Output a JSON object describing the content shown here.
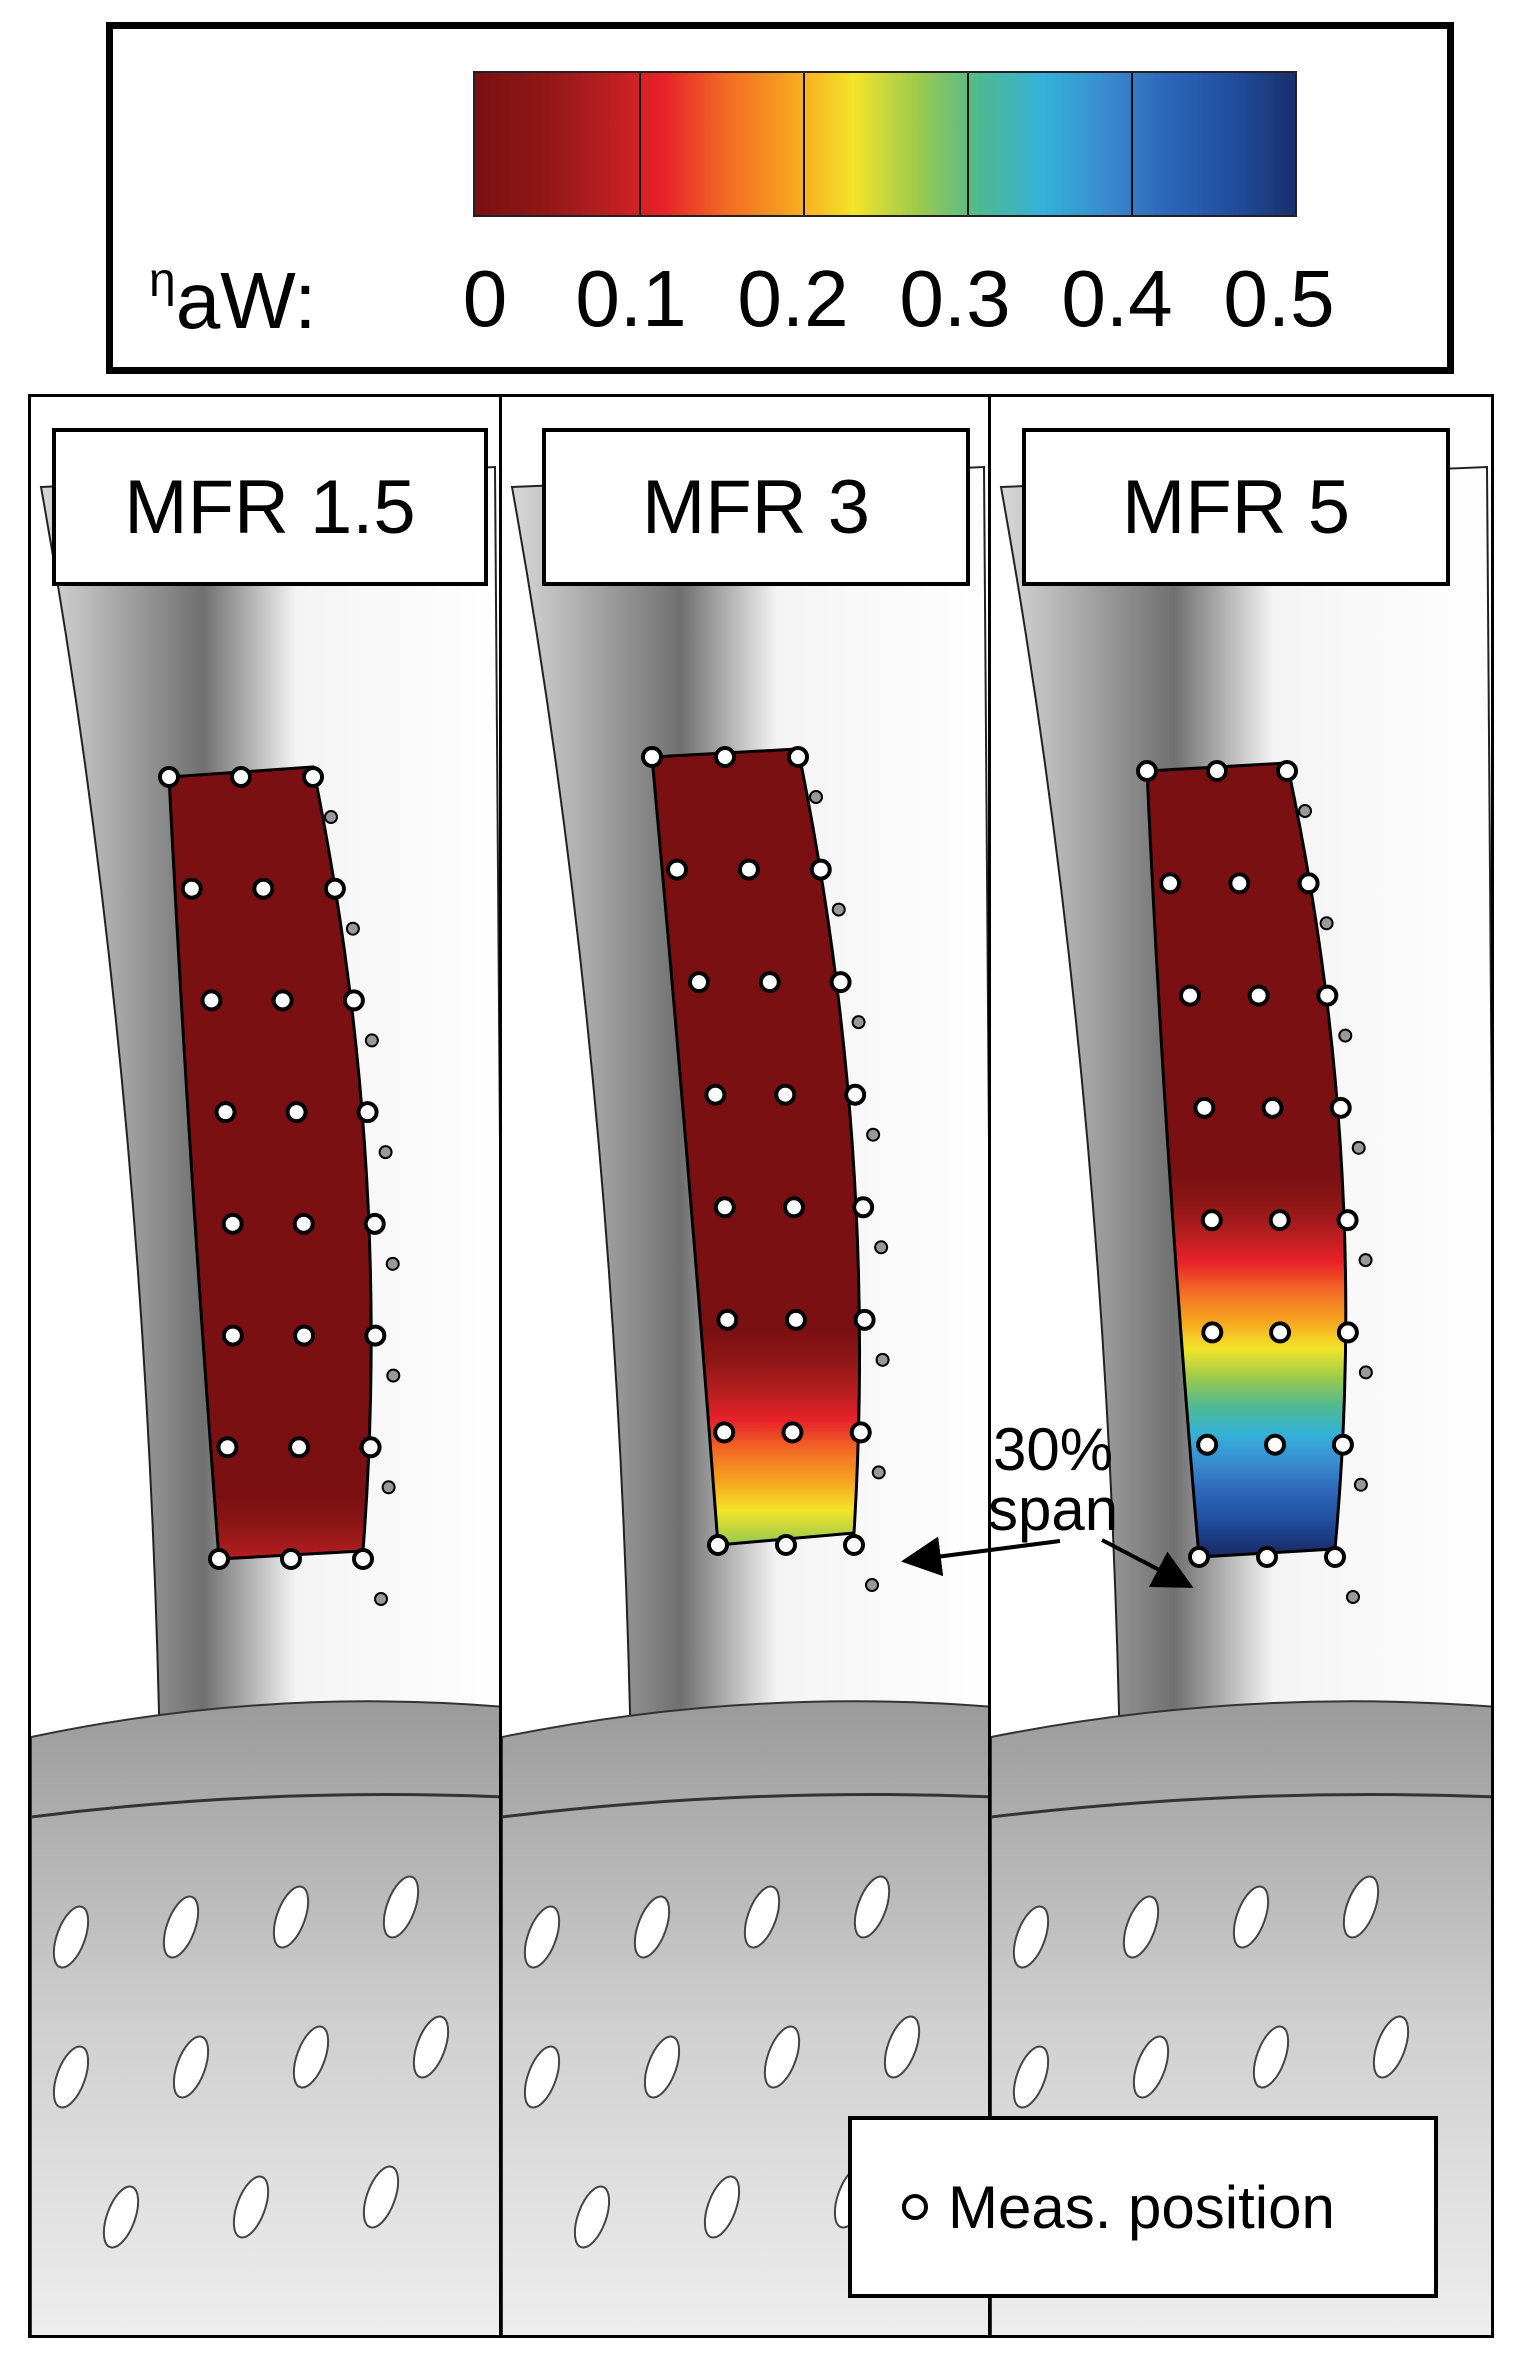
{
  "colorbar": {
    "label_main": "η",
    "label_sub": "aW:",
    "ticks": [
      "0",
      "0.1",
      "0.2",
      "0.3",
      "0.4",
      "0.5"
    ],
    "colors": [
      "#7a1012",
      "#8e1616",
      "#b51e20",
      "#e8222a",
      "#f26b24",
      "#f7a21f",
      "#f4e42a",
      "#9ecb4a",
      "#4fb98f",
      "#34b1d9",
      "#3a8bd0",
      "#2d66b7",
      "#214e9e",
      "#1a2f6e"
    ]
  },
  "panels": [
    {
      "title": "MFR 1.5",
      "coverage": 0.08
    },
    {
      "title": "MFR 3",
      "coverage": 0.27
    },
    {
      "title": "MFR 5",
      "coverage": 0.48
    }
  ],
  "annotation": {
    "line1": "30%",
    "line2": "span"
  },
  "legend_note": {
    "label": "Meas. position"
  }
}
